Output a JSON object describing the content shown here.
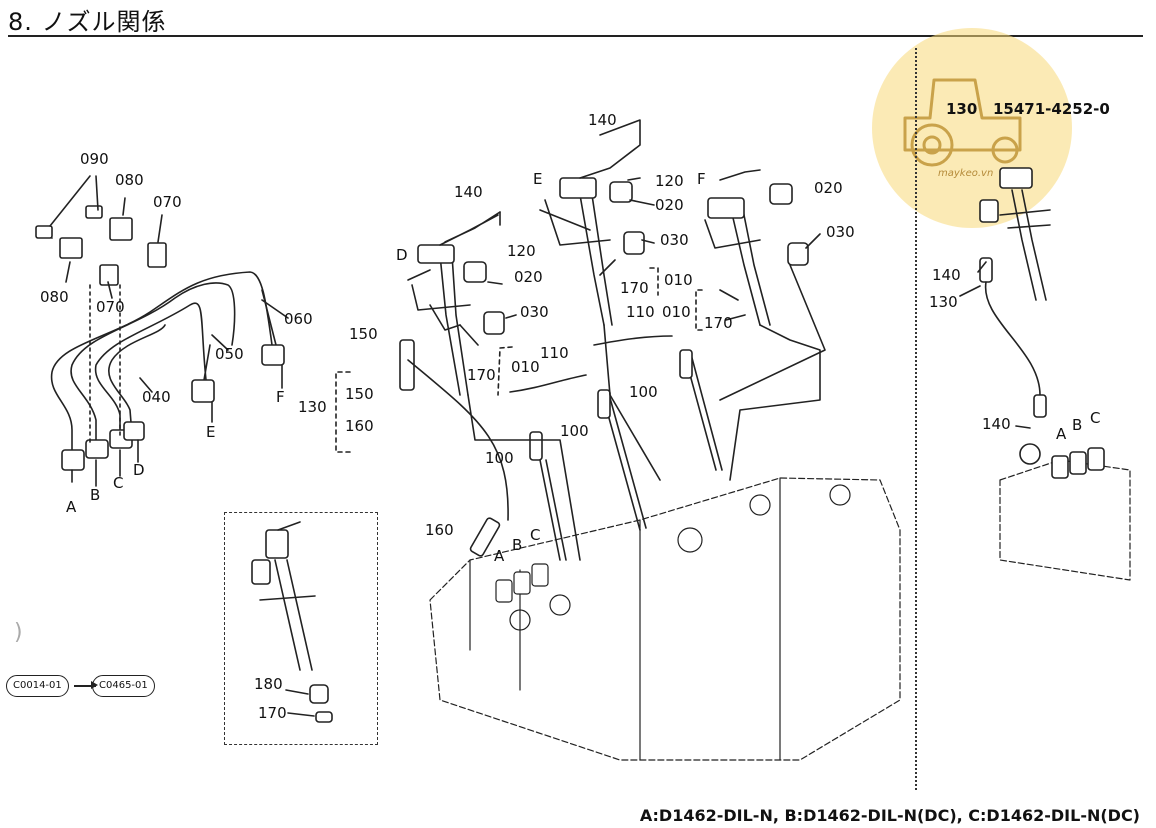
{
  "title": "8. ノズル関係",
  "footer": "A:D1462-DIL-N,  B:D1462-DIL-N(DC),  C:D1462-DIL-N(DC)",
  "part_note": "130   15471-4252-0",
  "watermark": "maykeo.vn",
  "refs": [
    "C0014-01",
    "C0465-01"
  ],
  "labels": {
    "p090": "090",
    "p080a": "080",
    "p070a": "070",
    "p080b": "080",
    "p070b": "070",
    "p060": "060",
    "p050": "050",
    "p040": "040",
    "pA1": "A",
    "pB1": "B",
    "pC1": "C",
    "pD1": "D",
    "pE1": "E",
    "pF1": "F",
    "p140a": "140",
    "p120a": "120",
    "pD2": "D",
    "p020a": "020",
    "p030a": "030",
    "p150a": "150",
    "p130a": "130",
    "p150b": "150",
    "p160a": "160",
    "p170a": "170",
    "p010a": "010",
    "p110a": "110",
    "p140b": "140",
    "p120b": "120",
    "pE2": "E",
    "p020b": "020",
    "p030b": "030",
    "p010b": "010",
    "p170b": "170",
    "p110b": "110",
    "p010c": "010",
    "p170c": "170",
    "pF2": "F",
    "p020c": "020",
    "p030c": "030",
    "p100a": "100",
    "p100b": "100",
    "p100c": "100",
    "p160b": "160",
    "pA2": "A",
    "pB2": "B",
    "pC2": "C",
    "p180": "180",
    "p170d": "170",
    "p140c": "140",
    "p130b": "130",
    "p140d": "140",
    "pA3": "A",
    "pB3": "B",
    "pC3": "C"
  }
}
